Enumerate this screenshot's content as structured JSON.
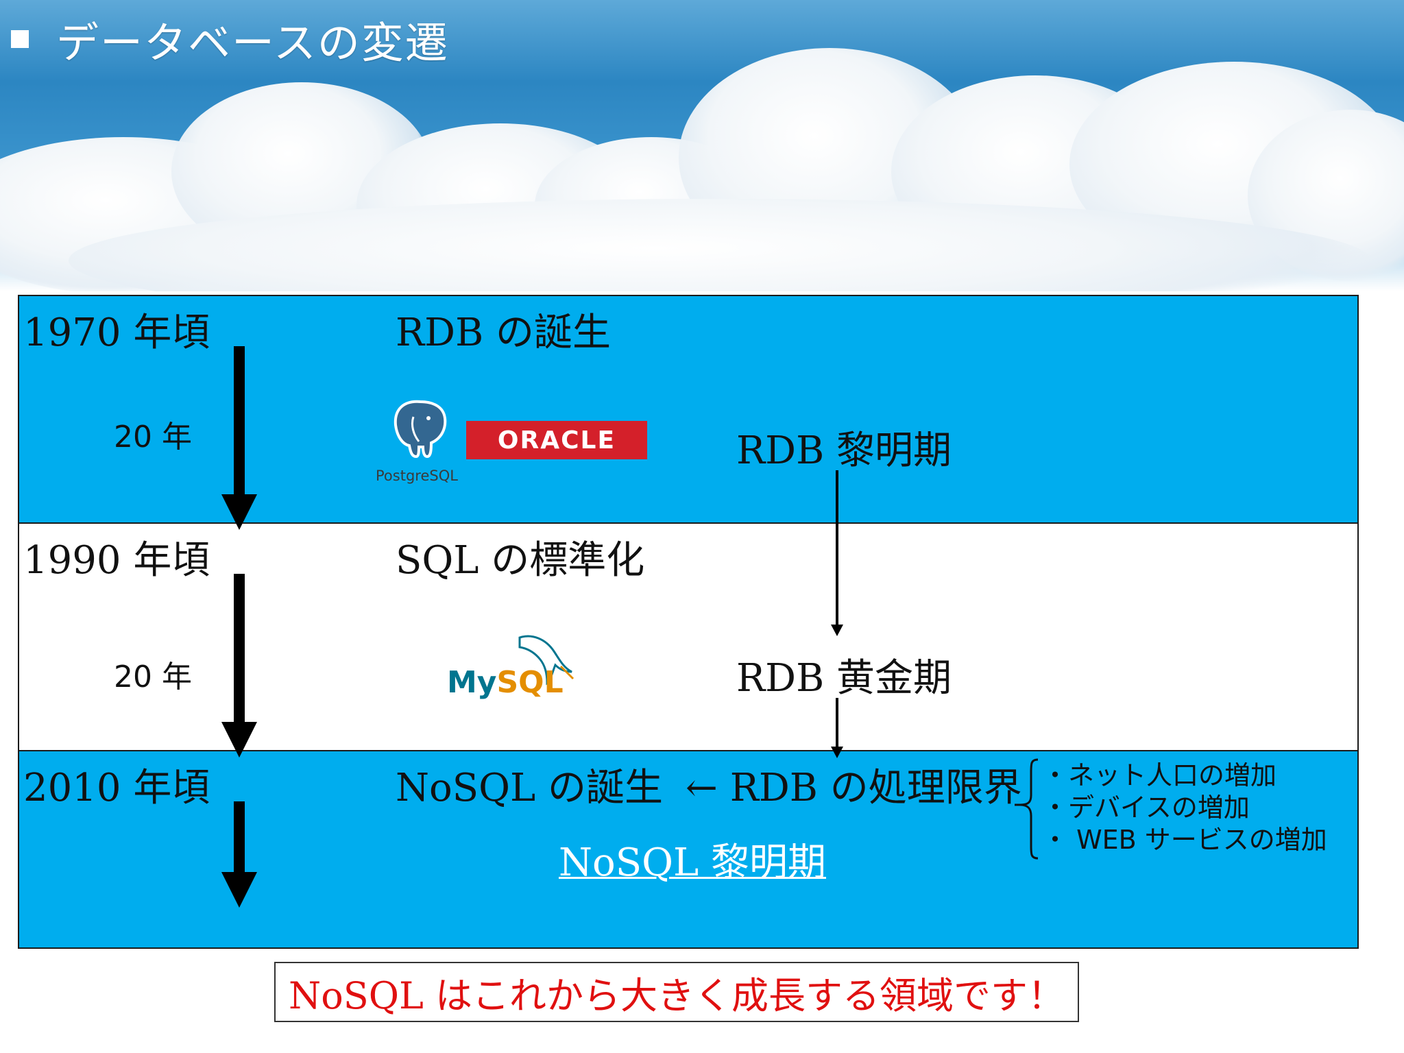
{
  "header": {
    "title": "データベースの変遷"
  },
  "eras": [
    {
      "label": "1970 年頃",
      "event": "RDB の誕生",
      "duration": "20 年"
    },
    {
      "label": "1990 年頃",
      "event": "SQL の標準化",
      "duration": "20 年"
    },
    {
      "label": "2010 年頃",
      "event": "NoSQL の誕生"
    }
  ],
  "phases": {
    "dawn": "RDB 黎明期",
    "golden": "RDB 黄金期",
    "limit": "← RDB の処理限界"
  },
  "logos": {
    "postgres": "PostgreSQL",
    "oracle": "ORACLE",
    "mysql_my": "My",
    "mysql_sql": "SQL"
  },
  "reasons": [
    "・ネット人口の増加",
    "・デバイスの増加",
    "・ WEB サービスの増加"
  ],
  "nosql_dawn": "NoSQL 黎明期",
  "callout": "NoSQL はこれから大きく成長する領域です！",
  "colors": {
    "band_blue": "#00adee",
    "oracle_red": "#d4202a",
    "mysql_teal": "#00758f",
    "mysql_orange": "#e48e00",
    "callout_red": "#e01010"
  }
}
